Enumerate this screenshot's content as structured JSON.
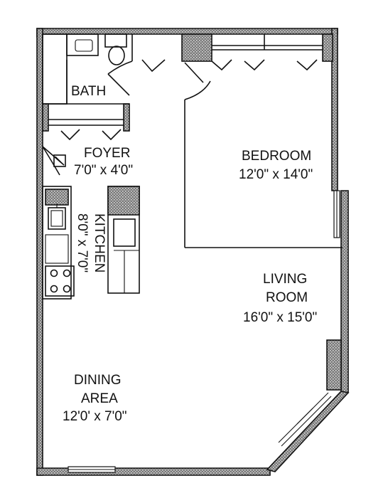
{
  "rooms": {
    "bath": {
      "name": "BATH"
    },
    "foyer": {
      "name": "FOYER",
      "size": "7'0\" x 4'0\""
    },
    "bedroom": {
      "name": "BEDROOM",
      "size": "12'0\" x 14'0\""
    },
    "kitchen": {
      "name": "KITCHEN",
      "size": "8'0\" x 7'0\""
    },
    "living": {
      "name_line1": "LIVING",
      "name_line2": "ROOM",
      "size": "16'0\" x 15'0\""
    },
    "dining": {
      "name_line1": "DINING",
      "name_line2": "AREA",
      "size": "12'0' x 7'0\""
    }
  }
}
